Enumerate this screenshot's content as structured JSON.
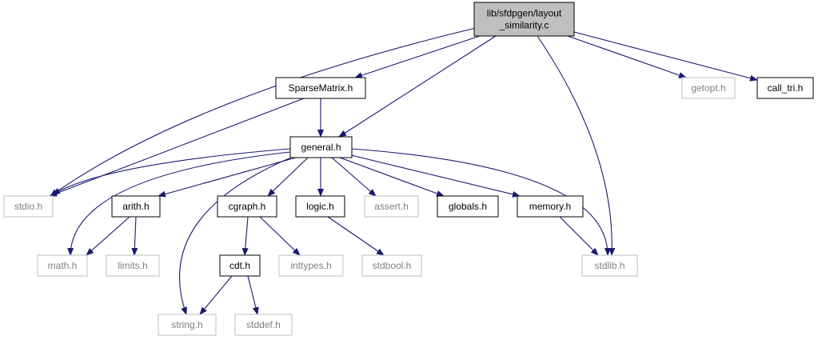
{
  "graph": {
    "nodes": [
      {
        "id": "layout_similarity",
        "lines": [
          "lib/sfdpgen/layout",
          "_similarity.c"
        ],
        "kind": "root"
      },
      {
        "id": "sparsematrix",
        "lines": [
          "SparseMatrix.h"
        ],
        "kind": "documented"
      },
      {
        "id": "general",
        "lines": [
          "general.h"
        ],
        "kind": "documented"
      },
      {
        "id": "stdio",
        "lines": [
          "stdio.h"
        ],
        "kind": "external"
      },
      {
        "id": "getopt",
        "lines": [
          "getopt.h"
        ],
        "kind": "external"
      },
      {
        "id": "call_tri",
        "lines": [
          "call_tri.h"
        ],
        "kind": "documented"
      },
      {
        "id": "arith",
        "lines": [
          "arith.h"
        ],
        "kind": "documented"
      },
      {
        "id": "cgraph",
        "lines": [
          "cgraph.h"
        ],
        "kind": "documented"
      },
      {
        "id": "logic",
        "lines": [
          "logic.h"
        ],
        "kind": "documented"
      },
      {
        "id": "assert",
        "lines": [
          "assert.h"
        ],
        "kind": "external"
      },
      {
        "id": "globals",
        "lines": [
          "globals.h"
        ],
        "kind": "documented"
      },
      {
        "id": "memory",
        "lines": [
          "memory.h"
        ],
        "kind": "documented"
      },
      {
        "id": "math",
        "lines": [
          "math.h"
        ],
        "kind": "external"
      },
      {
        "id": "limits",
        "lines": [
          "limits.h"
        ],
        "kind": "external"
      },
      {
        "id": "cdt",
        "lines": [
          "cdt.h"
        ],
        "kind": "documented"
      },
      {
        "id": "inttypes",
        "lines": [
          "inttypes.h"
        ],
        "kind": "external"
      },
      {
        "id": "stdbool",
        "lines": [
          "stdbool.h"
        ],
        "kind": "external"
      },
      {
        "id": "stdlib",
        "lines": [
          "stdlib.h"
        ],
        "kind": "external"
      },
      {
        "id": "string",
        "lines": [
          "string.h"
        ],
        "kind": "external"
      },
      {
        "id": "stddef",
        "lines": [
          "stddef.h"
        ],
        "kind": "external"
      }
    ],
    "edges": [
      {
        "from": "layout_similarity",
        "to": "stdio"
      },
      {
        "from": "layout_similarity",
        "to": "sparsematrix"
      },
      {
        "from": "layout_similarity",
        "to": "general"
      },
      {
        "from": "layout_similarity",
        "to": "stdlib"
      },
      {
        "from": "layout_similarity",
        "to": "getopt"
      },
      {
        "from": "layout_similarity",
        "to": "call_tri"
      },
      {
        "from": "sparsematrix",
        "to": "stdio"
      },
      {
        "from": "sparsematrix",
        "to": "general"
      },
      {
        "from": "general",
        "to": "stdio"
      },
      {
        "from": "general",
        "to": "math"
      },
      {
        "from": "general",
        "to": "string"
      },
      {
        "from": "general",
        "to": "arith"
      },
      {
        "from": "general",
        "to": "cgraph"
      },
      {
        "from": "general",
        "to": "logic"
      },
      {
        "from": "general",
        "to": "assert"
      },
      {
        "from": "general",
        "to": "globals"
      },
      {
        "from": "general",
        "to": "memory"
      },
      {
        "from": "general",
        "to": "stdlib"
      },
      {
        "from": "arith",
        "to": "math"
      },
      {
        "from": "arith",
        "to": "limits"
      },
      {
        "from": "cgraph",
        "to": "cdt"
      },
      {
        "from": "cgraph",
        "to": "inttypes"
      },
      {
        "from": "logic",
        "to": "stdbool"
      },
      {
        "from": "memory",
        "to": "stdlib"
      },
      {
        "from": "cdt",
        "to": "string"
      },
      {
        "from": "cdt",
        "to": "stddef"
      }
    ]
  },
  "colors": {
    "root_fill": "#bfbfbf",
    "node_border": "#000000",
    "external_border": "#bfbfbf",
    "external_text": "#7f7f7f",
    "text": "#000000",
    "edge": "#191970"
  }
}
